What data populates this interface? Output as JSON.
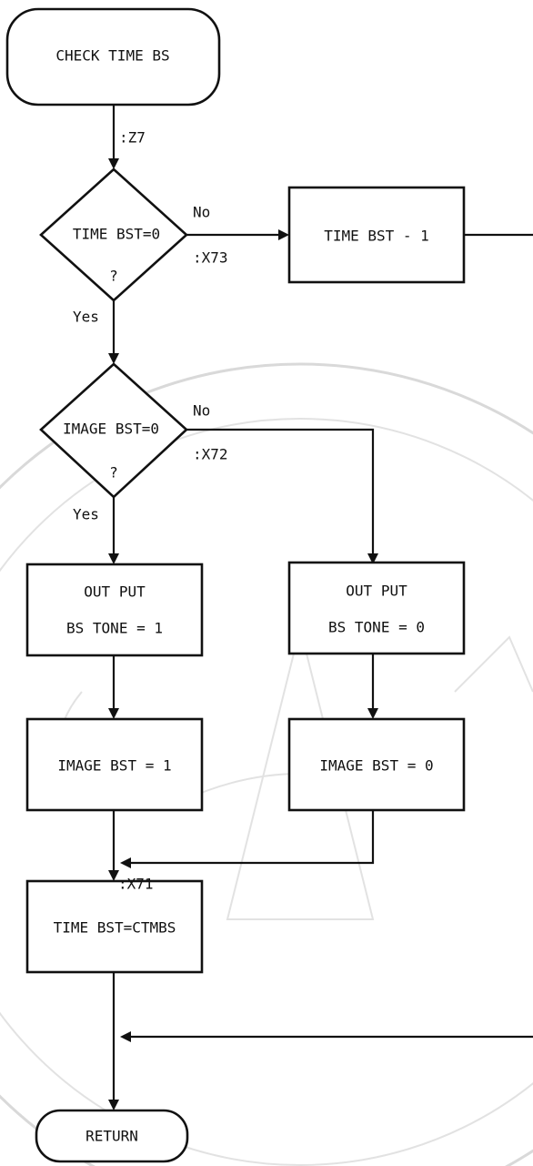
{
  "flowchart": {
    "start": {
      "text": "CHECK TIME BS"
    },
    "labels": {
      "z27": ":Z7",
      "x73": ":X73",
      "x72": ":X72",
      "x71": ":X71",
      "no_1": "No",
      "yes_1": "Yes",
      "no_2": "No",
      "yes_2": "Yes",
      "q_1": "?",
      "q_2": "?"
    },
    "decision_time": {
      "text": "TIME BST=0"
    },
    "process_decrement": {
      "text": "TIME BST - 1"
    },
    "decision_image": {
      "text": "IMAGE BST=0"
    },
    "process_out_1": {
      "line1": "OUT PUT",
      "line2": "BS TONE = 1"
    },
    "process_out_0": {
      "line1": "OUT PUT",
      "line2": "BS TONE = 0"
    },
    "process_image_1": {
      "text": "IMAGE BST = 1"
    },
    "process_image_0": {
      "text": "IMAGE BST = 0"
    },
    "process_time_reset": {
      "text": "TIME BST=CTMBS"
    },
    "end": {
      "text": "RETURN"
    }
  }
}
